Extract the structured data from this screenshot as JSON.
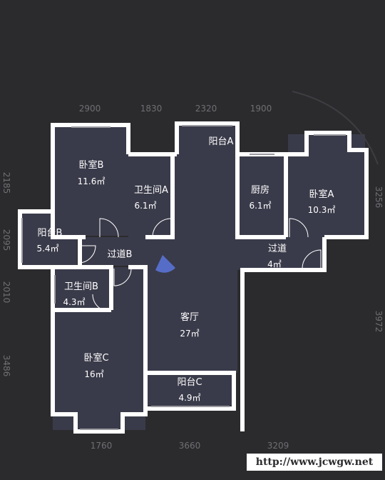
{
  "plan": {
    "rooms": [
      {
        "id": "bedroom-b",
        "name": "卧室B",
        "area": "11.6㎡"
      },
      {
        "id": "bath-a",
        "name": "卫生间A",
        "area": "6.1㎡"
      },
      {
        "id": "balcony-a",
        "name": "阳台A",
        "area": ""
      },
      {
        "id": "kitchen",
        "name": "厨房",
        "area": "6.1㎡"
      },
      {
        "id": "bedroom-a",
        "name": "卧室A",
        "area": "10.3㎡"
      },
      {
        "id": "balcony-b",
        "name": "阳台B",
        "area": "5.4㎡"
      },
      {
        "id": "corridor-b",
        "name": "过道B",
        "area": ""
      },
      {
        "id": "corridor",
        "name": "过道",
        "area": "4㎡"
      },
      {
        "id": "bath-b",
        "name": "卫生间B",
        "area": "4.3㎡"
      },
      {
        "id": "living",
        "name": "客厅",
        "area": "27㎡"
      },
      {
        "id": "bedroom-c",
        "name": "卧室C",
        "area": "16㎡"
      },
      {
        "id": "balcony-c",
        "name": "阳台C",
        "area": "4.9㎡"
      }
    ],
    "dimensions": {
      "top": [
        "2900",
        "1830",
        "2320",
        "1900"
      ],
      "bottom": [
        "1760",
        "3660",
        "3209"
      ],
      "left": [
        "2185",
        "2095",
        "2010",
        "3486"
      ],
      "right": [
        "3256",
        "3972"
      ]
    },
    "colors": {
      "background": "#2b2b2e",
      "room_fill": "#3a3b4a",
      "wall": "#ffffff",
      "compass": "#5a73d6"
    }
  },
  "watermark": "http://www.jcwgw.net"
}
